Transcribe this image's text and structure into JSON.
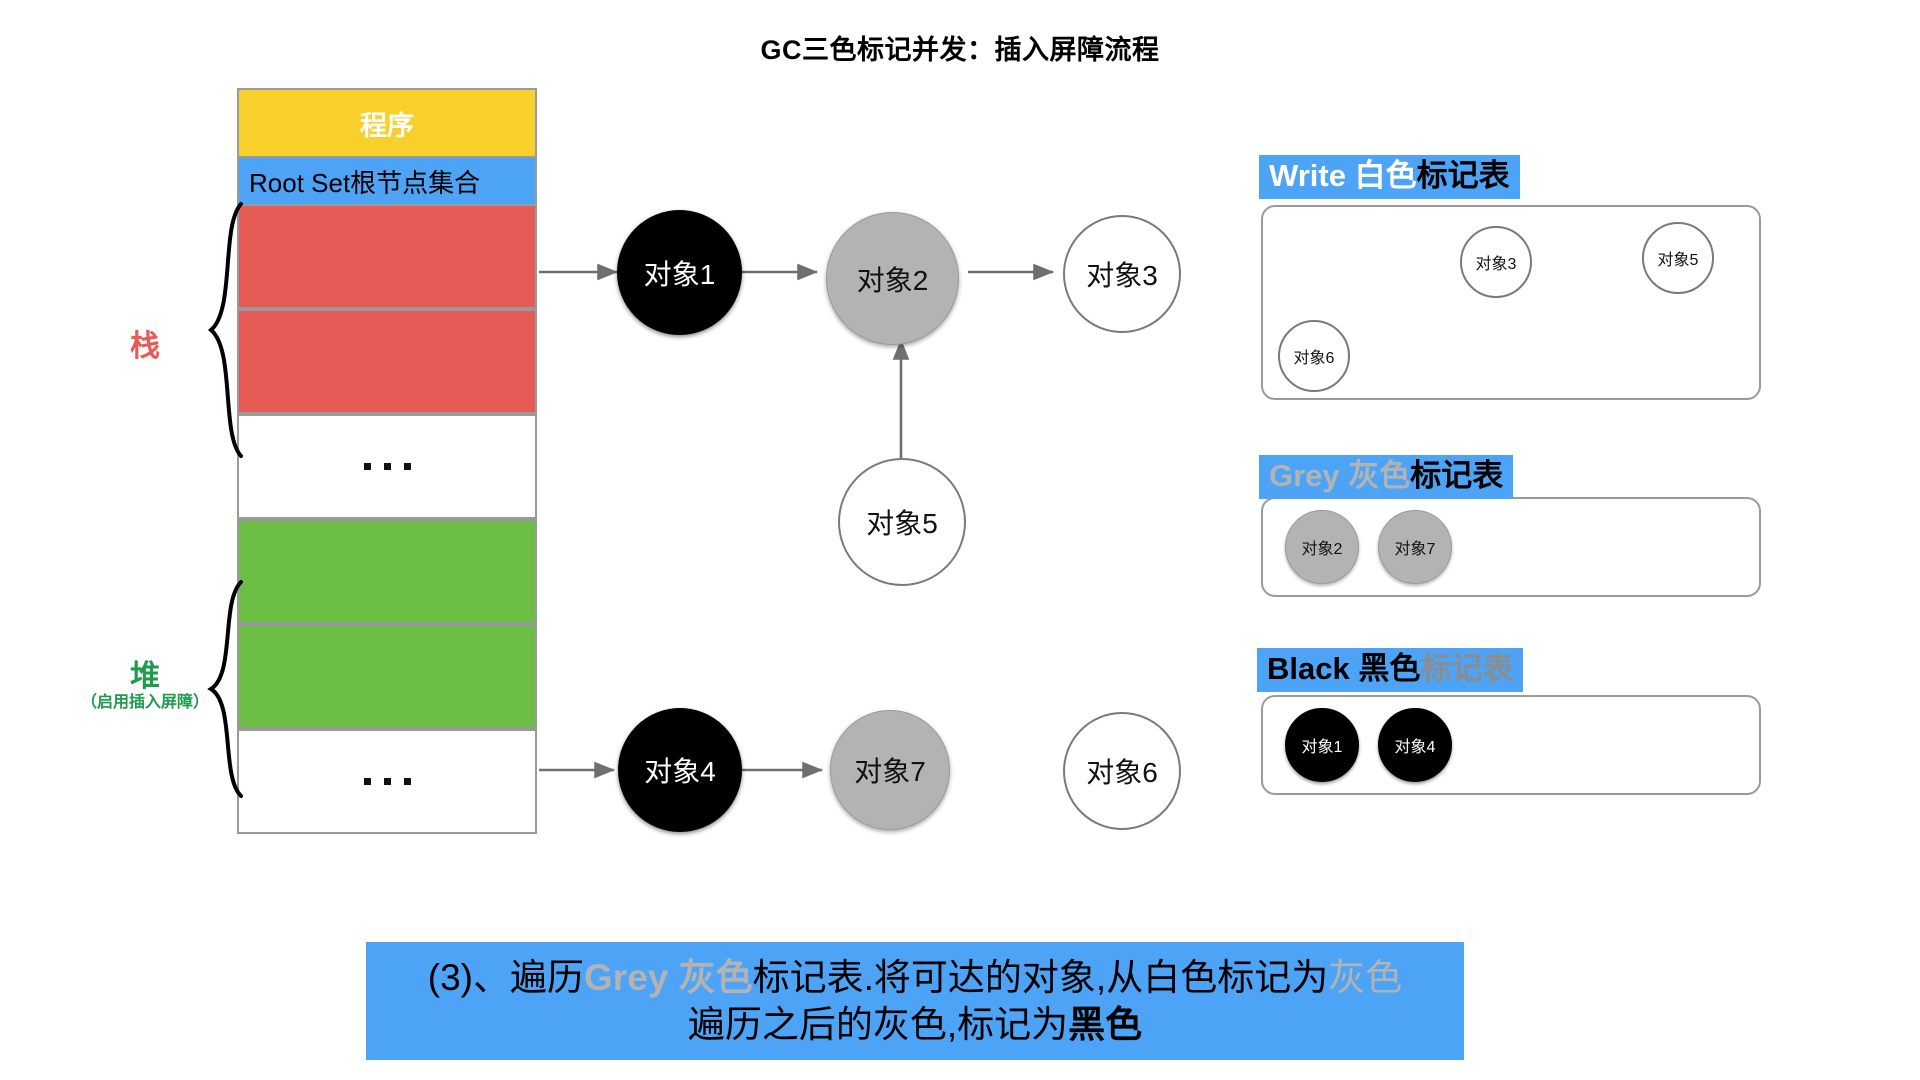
{
  "title": "GC三色标记并发：插入屏障流程",
  "memory_column": {
    "program_label": "程序",
    "root_set_label": "Root Set根节点集合",
    "ellipsis": "...",
    "cells": [
      {
        "kind": "program",
        "label": "程序"
      },
      {
        "kind": "rootset",
        "label": "Root Set根节点集合"
      },
      {
        "kind": "red",
        "label": ""
      },
      {
        "kind": "red",
        "label": ""
      },
      {
        "kind": "blank",
        "label": "..."
      },
      {
        "kind": "green",
        "label": ""
      },
      {
        "kind": "green",
        "label": ""
      },
      {
        "kind": "blank",
        "label": "..."
      }
    ]
  },
  "side_labels": {
    "stack": {
      "main": "栈",
      "sub": ""
    },
    "heap": {
      "main": "堆",
      "sub": "（启用插入屏障）"
    }
  },
  "graph": {
    "nodes": [
      {
        "id": "obj1",
        "label": "对象1",
        "color": "black"
      },
      {
        "id": "obj2",
        "label": "对象2",
        "color": "grey"
      },
      {
        "id": "obj3",
        "label": "对象3",
        "color": "white"
      },
      {
        "id": "obj5",
        "label": "对象5",
        "color": "white"
      },
      {
        "id": "obj4",
        "label": "对象4",
        "color": "black"
      },
      {
        "id": "obj7",
        "label": "对象7",
        "color": "grey"
      },
      {
        "id": "obj6",
        "label": "对象6",
        "color": "white"
      }
    ]
  },
  "mark_tables": [
    {
      "id": "white",
      "title_en": "Write",
      "title_cn_colored": " 白色",
      "title_cn_plain": "标记表",
      "items": [
        {
          "label": "对象3",
          "color": "white"
        },
        {
          "label": "对象5",
          "color": "white"
        },
        {
          "label": "对象6",
          "color": "white"
        }
      ]
    },
    {
      "id": "grey",
      "title_en": "Grey",
      "title_cn_colored": " 灰色",
      "title_cn_plain": "标记表",
      "items": [
        {
          "label": "对象2",
          "color": "grey"
        },
        {
          "label": "对象7",
          "color": "grey"
        }
      ]
    },
    {
      "id": "black",
      "title_en": "Black",
      "title_cn_colored": " 黑色",
      "title_cn_plain": "标记表",
      "items": [
        {
          "label": "对象1",
          "color": "black"
        },
        {
          "label": "对象4",
          "color": "black"
        }
      ]
    }
  ],
  "caption": {
    "line1_a": "(3)、遍历",
    "line1_grey": "Grey 灰色",
    "line1_b": "标记表.将可达的对象,从白色标记为",
    "line1_grey2": "灰色",
    "line2_a": "遍历之后的灰色,标记为",
    "line2_bold": "黑色"
  },
  "colors": {
    "yellow": "#F7D02C",
    "blue": "#4DA3F5",
    "red": "#E75B56",
    "green": "#6CBE45",
    "grey": "#B3B3B3",
    "black": "#000000",
    "border": "#9a9a9a"
  }
}
